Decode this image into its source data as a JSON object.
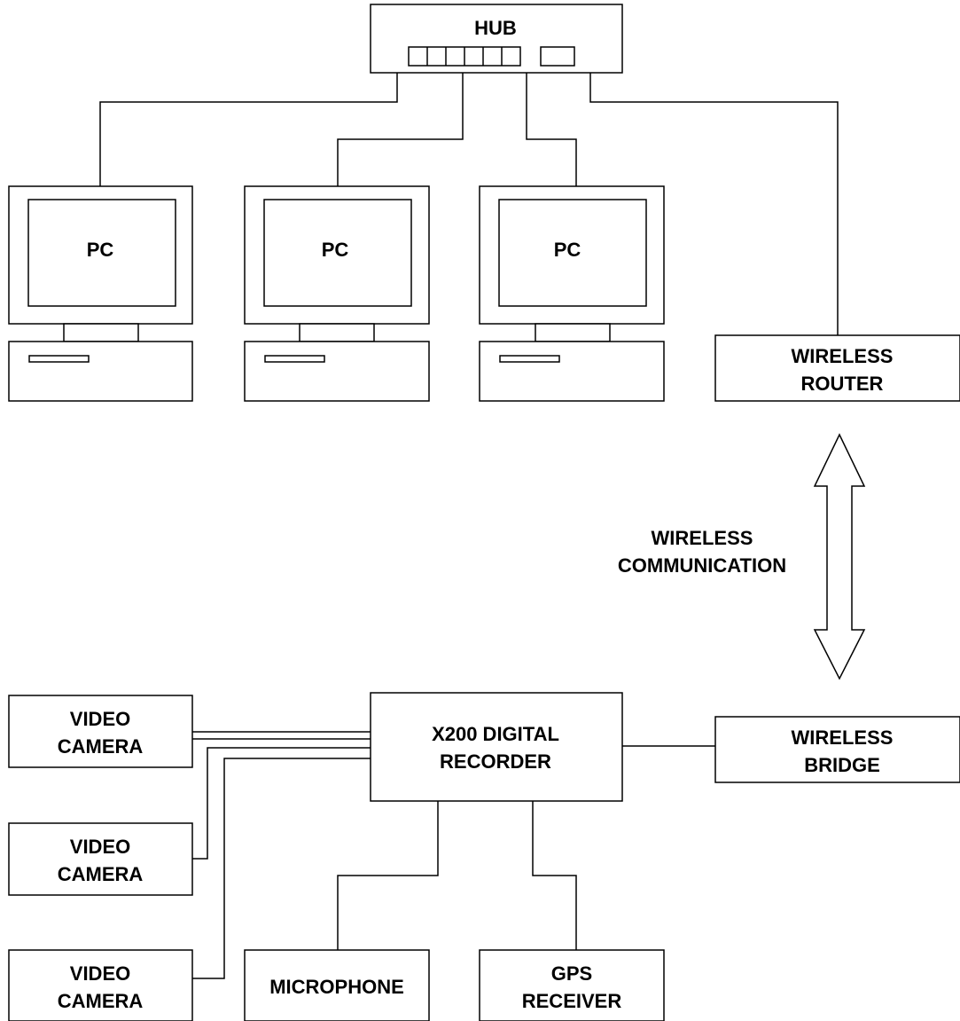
{
  "hub": {
    "label": "HUB"
  },
  "pcs": [
    {
      "label": "PC"
    },
    {
      "label": "PC"
    },
    {
      "label": "PC"
    }
  ],
  "wireless_router": {
    "line1": "WIRELESS",
    "line2": "ROUTER"
  },
  "wireless_communication": {
    "line1": "WIRELESS",
    "line2": "COMMUNICATION"
  },
  "recorder": {
    "line1": "X200 DIGITAL",
    "line2": "RECORDER"
  },
  "wireless_bridge": {
    "line1": "WIRELESS",
    "line2": "BRIDGE"
  },
  "cameras": [
    {
      "line1": "VIDEO",
      "line2": "CAMERA"
    },
    {
      "line1": "VIDEO",
      "line2": "CAMERA"
    },
    {
      "line1": "VIDEO",
      "line2": "CAMERA"
    }
  ],
  "microphone": {
    "label": "MICROPHONE"
  },
  "gps_receiver": {
    "line1": "GPS",
    "line2": "RECEIVER"
  }
}
